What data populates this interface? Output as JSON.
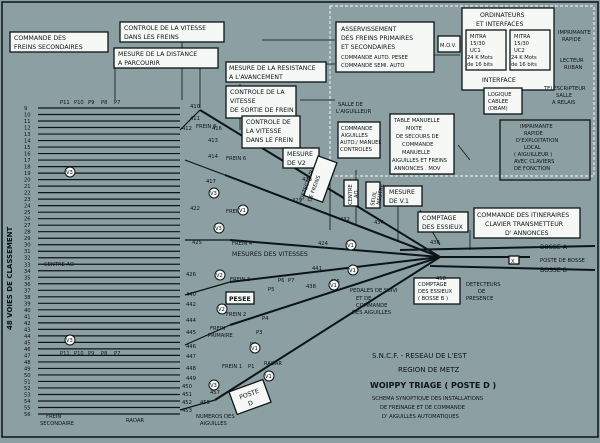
{
  "boxes": {
    "commande_freins": [
      "COMMANDE DES",
      "FREINS SECONDAIRES"
    ],
    "controle_vitesse_1": [
      "CONTROLE DE LA VITESSE",
      "DANS LES FREINS"
    ],
    "mesure_distance": [
      "MESURE DE LA DISTANCE",
      "A PARCOURIR"
    ],
    "mesure_resistance": [
      "MESURE DE LA RESISTANCE",
      "A L'AVANCEMENT"
    ],
    "controle_vitesse_sortie": [
      "CONTROLE DE LA",
      "VITESSE",
      "DE SORTIE DE FREIN"
    ],
    "controle_vitesse_frein": [
      "CONTROLE DE",
      "LA VITESSE",
      "DANS LE FREIN"
    ],
    "mesure_v2": [
      "MESURE",
      "DE V2"
    ],
    "asservissement": [
      "ASSERVISSEMENT",
      "DES FREINS PRIMAIRES",
      "ET SECONDAIRES"
    ],
    "commande_auto": [
      "COMMANDE AUTO. PESEE",
      "COMMANDE SEMI. AUTO"
    ],
    "mov": "M.O.V.",
    "ordinateurs": [
      "ORDINATEURS",
      "ET INTERFACES"
    ],
    "mitra1": [
      "MITRA",
      "15/30",
      "UC1",
      "24 K Mots",
      "de 16 bits"
    ],
    "mitra2": [
      "MITRA",
      "15/30",
      "UC2",
      "24 K Mots",
      "de 16 bits"
    ],
    "interface": "INTERFACE",
    "logique_cablee": [
      "LOGIQUE",
      "CABLEE",
      "(DBAM)"
    ],
    "imprimante_rapide": [
      "IMPRIMANTE",
      "RAPIDE"
    ],
    "lecteur_ruban": [
      "LECTEUR",
      "RUBAN"
    ],
    "teleimprimeur": [
      "TELESCRIPTEUR",
      "SALLE",
      "A RELAIS"
    ],
    "salle_aiguilleur": [
      "SALLE DE",
      "L'AIGUILLEUR"
    ],
    "commande_aiguilles": [
      "COMMANDE",
      "AIGUILLES",
      "AUTO./ MANUEL",
      "CONTROLES"
    ],
    "table_manuelle": [
      "TABLE MANUELLE",
      "MIXTE",
      "DE SECOURS DE",
      "COMMANDE",
      "MANUELLE",
      "AIGUILLES ET FREINS",
      "ANNONCES . MOV"
    ],
    "imprimante_exploitation": [
      "IMPRIMANTE",
      "RAPIDE",
      "D'EXPLOITATION",
      "LOCAL",
      "( AIGUILLEUR )",
      "AVEC CLAVIERS",
      "DE FONCTION"
    ],
    "detecteur_freins": [
      "DETECTEUR",
      "DE FREINS"
    ],
    "centre_ao": [
      "CENTRE",
      "AO"
    ],
    "seuil_neutre": [
      "SEUIL",
      "NEUTRE"
    ],
    "mesure_v1": [
      "MESURE",
      "DE V.1"
    ],
    "comptage_essieux": [
      "COMPTAGE",
      "DES ESSIEUX"
    ],
    "commande_itineraires": [
      "COMMANDE DES ITINERAIRES",
      "CLAVIER TRANSMETTEUR",
      "D' ANNONCES"
    ],
    "comptage_essieux_bosse": [
      "COMPTAGE",
      "DES ESSIEUX",
      "( BOSSE B )"
    ],
    "detecteurs_presence": [
      "DETECTEURS",
      "DE",
      "PRESENCE"
    ],
    "pesee": "PESEE",
    "poste_d": [
      "POSTE",
      "D"
    ]
  },
  "labels": {
    "p_top": [
      "P11",
      "P10",
      "P9",
      "P8",
      "P7"
    ],
    "p_bottom": [
      "P11",
      "P10",
      "P9",
      "P8",
      "P7"
    ],
    "voies_classement": "48 VOIES DE CLASSEMENT",
    "centre_ao": "CENTRE AO",
    "frein_secondaire": [
      "FREIN",
      "SECONDAIRE"
    ],
    "radar_bottom": "RADAR",
    "radar_mid": "RADAR",
    "numeros_aiguilles": [
      "NUMEROS DES",
      "AIGUILLES"
    ],
    "mesures_vitesses": "MESURES DES VITESSES",
    "pedales": [
      "PEDALES DE SUIVI",
      "ET DE",
      "COMMANDE",
      "DES AIGUILLES"
    ],
    "bosse_a": "BOSSE A",
    "poste_bosse": "POSTE DE BOSSE",
    "bosse_b": "BOSSE B",
    "frein_primaire": [
      "FREIN",
      "PRIMAIRE"
    ],
    "frein_1": "FREIN 1",
    "frein_2": "FREIN 2",
    "frein_3": "FREIN 3",
    "frein_4": "FREIN 4",
    "frein_5": "FREIN 5",
    "frein_6": "FREIN 6",
    "frein_8": "FREIN 8",
    "ctrl_letters": [
      "P1",
      "P2",
      "P3",
      "P4",
      "P5",
      "P6",
      "P7"
    ],
    "n_410": "410",
    "n_411": "411",
    "n_412": "412",
    "n_413": "413",
    "n_414": "414",
    "n_416": "416",
    "n_417": "417",
    "n_422": "422",
    "n_424": "424",
    "n_425": "425",
    "n_426": "426",
    "n_428": "428",
    "n_429": "429",
    "n_432": "432",
    "n_434": "434",
    "n_435": "435",
    "n_436": "436",
    "n_438": "438",
    "n_440": "440",
    "n_441": "441",
    "n_442": "442",
    "n_444": "444",
    "n_445": "445",
    "n_446": "446",
    "n_447": "447",
    "n_448": "448",
    "n_449": "449",
    "n_450": "450",
    "n_451": "451",
    "n_452": "452",
    "n_453": "453",
    "n_455": "455",
    "n_457": "457",
    "n_458": "458",
    "v1": "V1",
    "v2": "V2",
    "v3": "V3",
    "x_num": "X",
    "track_numbers_top": [
      "9",
      "10",
      "11",
      "12",
      "13",
      "14",
      "15",
      "16",
      "17",
      "18",
      "19",
      "20",
      "21",
      "22",
      "23",
      "24",
      "25",
      "26",
      "27",
      "28",
      "29",
      "30",
      "31",
      "32",
      "33",
      "34",
      "35",
      "36",
      "37",
      "38",
      "39",
      "40",
      "41",
      "42",
      "43",
      "44",
      "45",
      "46",
      "47",
      "48",
      "49",
      "50",
      "51",
      "52",
      "53",
      "54",
      "55",
      "56"
    ]
  },
  "title_block": {
    "line1": "S.N.C.F. - RESEAU DE L'EST",
    "line2": "REGION DE METZ",
    "line3": "WOIPPY TRIAGE  ( POSTE D )",
    "line4": "SCHEMA SYNOPTIQUE DES INSTALLATIONS",
    "line5": "DE FREINAGE ET DE COMMANDE",
    "line6": "D' AIGUILLES  AUTOMATIQUES"
  }
}
